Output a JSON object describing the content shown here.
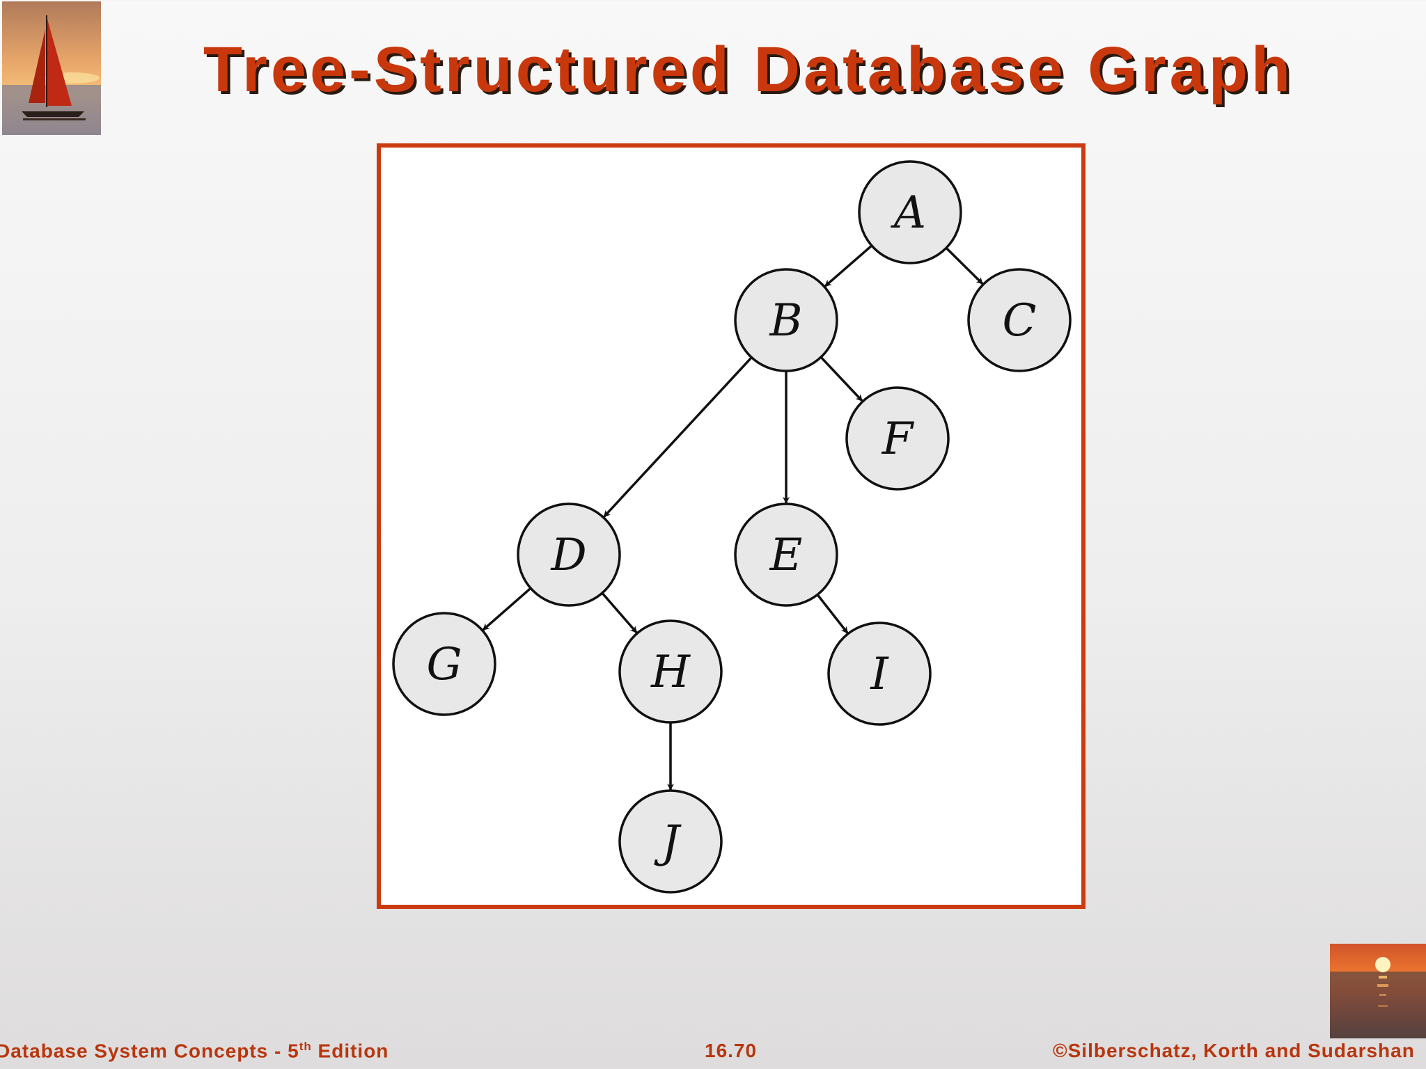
{
  "slide": {
    "title": "Tree-Structured Database Graph"
  },
  "diagram": {
    "type": "tree",
    "nodes": [
      "A",
      "B",
      "C",
      "D",
      "E",
      "F",
      "G",
      "H",
      "I",
      "J"
    ],
    "edges": [
      {
        "from": "A",
        "to": "B"
      },
      {
        "from": "A",
        "to": "C"
      },
      {
        "from": "B",
        "to": "D"
      },
      {
        "from": "B",
        "to": "E"
      },
      {
        "from": "B",
        "to": "F"
      },
      {
        "from": "D",
        "to": "G"
      },
      {
        "from": "D",
        "to": "H"
      },
      {
        "from": "E",
        "to": "I"
      },
      {
        "from": "H",
        "to": "J"
      }
    ],
    "colors": {
      "frame": "#cc3a10",
      "node_fill": "#e8e8e8",
      "stroke": "#111111"
    }
  },
  "footer": {
    "book_title": "Database System Concepts - 5",
    "edition_suffix": "th",
    "edition_word": " Edition",
    "page_number": "16.70",
    "copyright": "©Silberschatz, Korth and Sudarshan"
  },
  "colors": {
    "title": "#c8380c",
    "footer": "#b8360e"
  }
}
